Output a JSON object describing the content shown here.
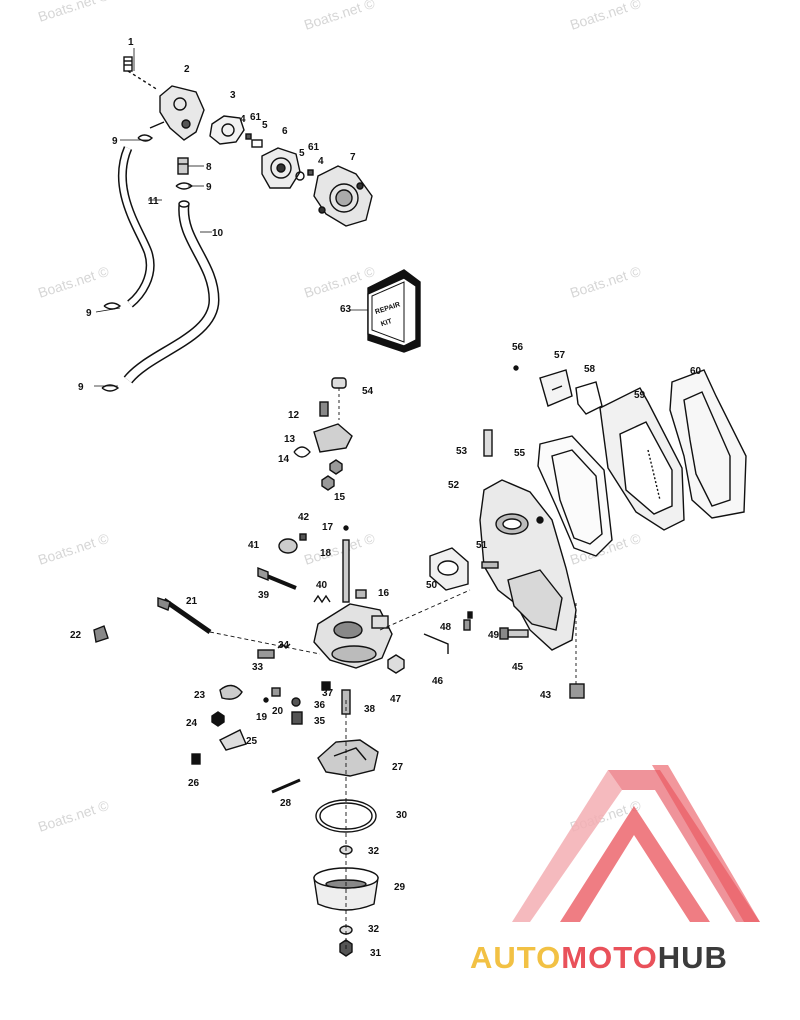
{
  "watermark": "Boats.net ©",
  "callouts": [
    "1",
    "2",
    "3",
    "4",
    "5",
    "6",
    "7",
    "8",
    "9",
    "10",
    "11",
    "12",
    "13",
    "14",
    "15",
    "16",
    "17",
    "18",
    "19",
    "20",
    "21",
    "22",
    "23",
    "24",
    "25",
    "26",
    "27",
    "28",
    "29",
    "30",
    "31",
    "32",
    "33",
    "34",
    "35",
    "36",
    "37",
    "38",
    "39",
    "40",
    "41",
    "42",
    "43",
    "45",
    "46",
    "47",
    "48",
    "49",
    "50",
    "51",
    "52",
    "53",
    "54",
    "55",
    "56",
    "57",
    "58",
    "59",
    "60",
    "61",
    "63"
  ],
  "repair_kit": {
    "line1": "REPAIR",
    "line2": "KIT"
  },
  "logo": {
    "part1": "AUTO",
    "part2": "MOTO",
    "part3": "HUB"
  },
  "colors": {
    "logo_red": "#e9515a",
    "logo_yellow": "#f2c144",
    "logo_dark": "#3b3b3b",
    "ink": "#111111"
  }
}
